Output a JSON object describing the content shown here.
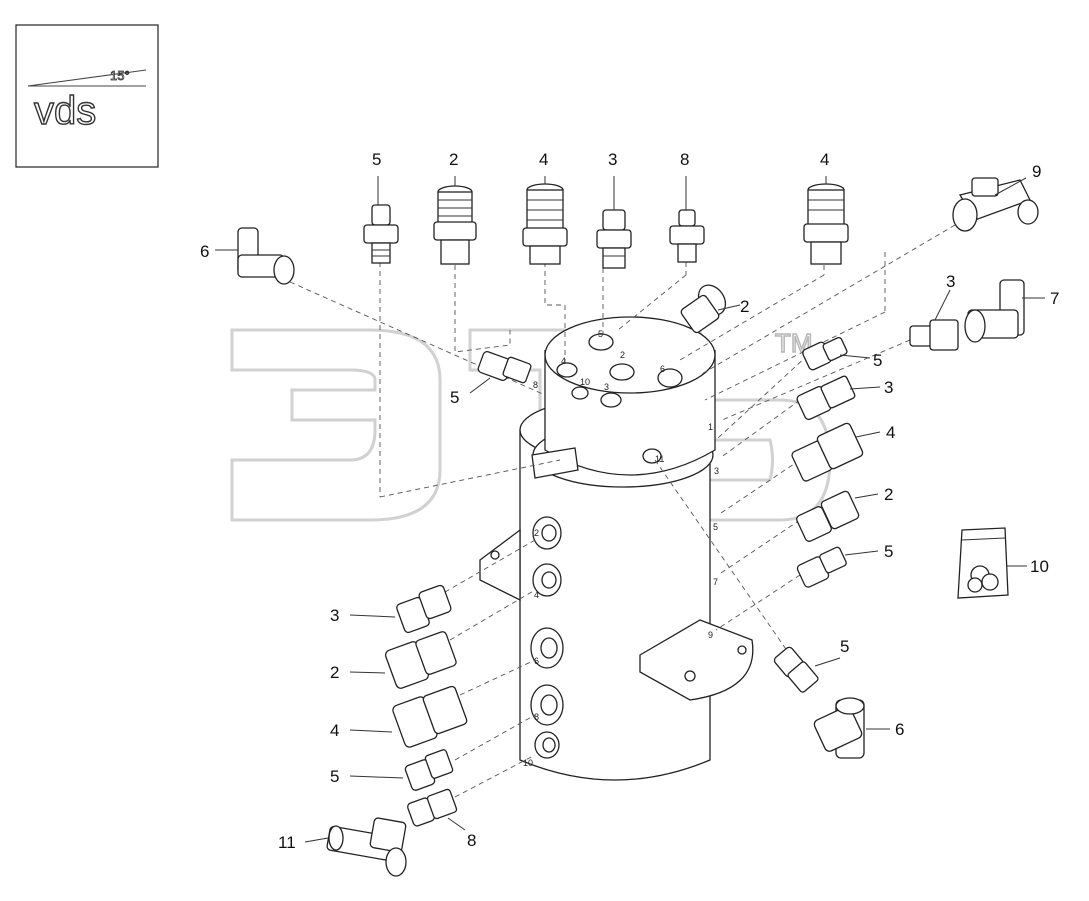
{
  "logo": {
    "brand": "vds",
    "angle": "15°"
  },
  "watermark": {
    "text": "ЭПБ",
    "tm": "TM"
  },
  "callouts": {
    "top_5": "5",
    "top_2": "2",
    "top_4a": "4",
    "top_3": "3",
    "top_8": "8",
    "top_4b": "4",
    "right_9": "9",
    "left_6": "6",
    "mid_2": "2",
    "right_3": "3",
    "right_7": "7",
    "left_5": "5",
    "r_5a": "5",
    "r_3": "3",
    "r_4": "4",
    "r_2": "2",
    "r_5b": "5",
    "r_10": "10",
    "l_3": "3",
    "l_2": "2",
    "l_4": "4",
    "l_5": "5",
    "l_11": "11",
    "l_8": "8",
    "b_5": "5",
    "b_6": "6"
  },
  "port_labels": {
    "t5": "5",
    "t4": "4",
    "t2": "2",
    "t6": "6",
    "t8": "8",
    "t10": "10",
    "t3": "3",
    "s1": "1",
    "s3": "3",
    "s5": "5",
    "s7": "7",
    "s9": "9",
    "s11": "11",
    "f2": "2",
    "f4": "4",
    "f6": "6",
    "f8": "8",
    "f10": "10"
  }
}
